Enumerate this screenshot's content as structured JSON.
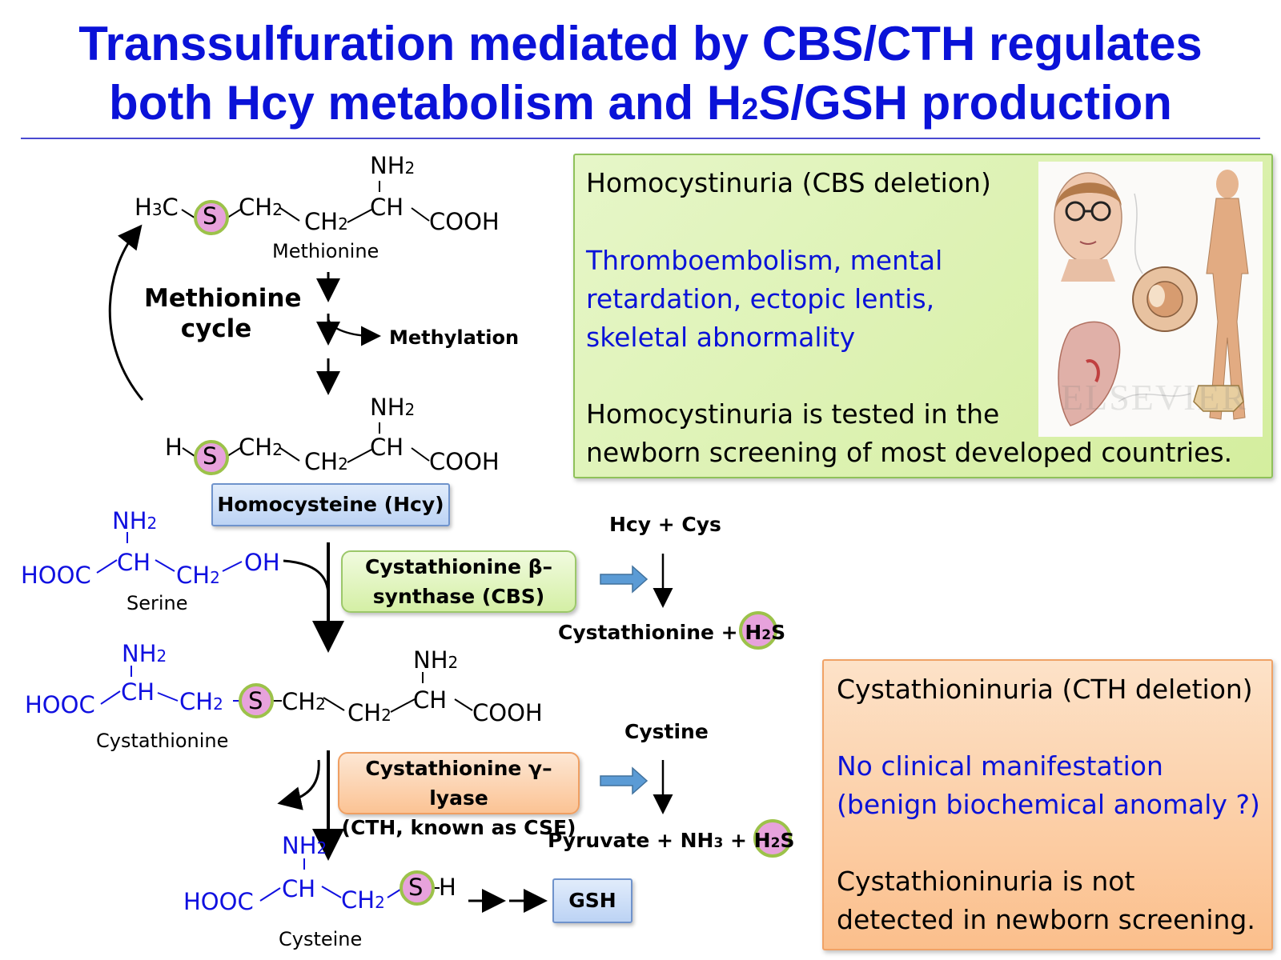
{
  "title": {
    "line1": "Transsulfuration mediated by CBS/CTH regulates",
    "line2_pre": "both Hcy metabolism and H",
    "line2_sub": "2",
    "line2_post": "S/GSH production"
  },
  "methionine": {
    "h3c": "H3C",
    "s": "S",
    "ch2a": "CH2",
    "ch2b": "CH2",
    "nh2": "NH2",
    "ch": "CH",
    "cooh": "COOH",
    "name": "Methionine"
  },
  "methionine_cycle": {
    "line1": "Methionine",
    "line2": "cycle"
  },
  "methylation": "Methylation",
  "homocysteine": {
    "h": "H",
    "s": "S",
    "ch2a": "CH2",
    "ch2b": "CH2",
    "nh2": "NH2",
    "ch": "CH",
    "cooh": "COOH",
    "box_label": "Homocysteine (Hcy)"
  },
  "serine": {
    "nh2": "NH2",
    "hooc": "HOOC",
    "ch": "CH",
    "ch2": "CH2",
    "oh": "OH",
    "name": "Serine"
  },
  "cbs_enzyme": {
    "line1": "Cystathionine β–",
    "line2": "synthase (CBS)"
  },
  "cbs_side": {
    "top": "Hcy + Cys",
    "bottom": "Cystathionine + H2S"
  },
  "cystathionine": {
    "nh2a": "NH2",
    "hooc": "HOOC",
    "cha": "CH",
    "ch2a": "CH2",
    "s": "S",
    "ch2b": "CH2",
    "ch2c": "CH2",
    "nh2b": "NH2",
    "chb": "CH",
    "cooh": "COOH",
    "name": "Cystathionine"
  },
  "cth_enzyme": {
    "line1": "Cystathionine γ–lyase",
    "line2": "(CTH, known as CSE)"
  },
  "cth_side": {
    "top": "Cystine",
    "bottom": "Pyruvate + NH3 + H2S"
  },
  "cysteine": {
    "nh2": "NH2",
    "hooc": "HOOC",
    "ch": "CH",
    "ch2": "CH2",
    "s": "S",
    "h": "H",
    "name": "Cysteine"
  },
  "gsh": "GSH",
  "homocystinuria_box": {
    "heading": "Homocystinuria (CBS deletion)",
    "symptoms": [
      "Thromboembolism, mental",
      "retardation, ectopic lentis,",
      "skeletal abnormality"
    ],
    "note": [
      "Homocystinuria is tested in the",
      "newborn screening of most developed countries."
    ],
    "watermark": "ELSEVIER"
  },
  "cystathioninuria_box": {
    "heading": "Cystathioninuria (CTH deletion)",
    "symptoms": [
      "No clinical manifestation",
      "(benign biochemical anomaly ?)"
    ],
    "note": [
      "Cystathioninuria is not",
      "detected in newborn screening."
    ]
  },
  "colors": {
    "title_blue": "#0a12d8",
    "chem_blue": "#1010e0",
    "sulfur_fill": "#e7a2dc",
    "sulfur_ring": "#9cc24a",
    "green_box": "#d4ee9e",
    "orange_box": "#fbbf8c",
    "arrow_blue": "#5b9bd5"
  }
}
